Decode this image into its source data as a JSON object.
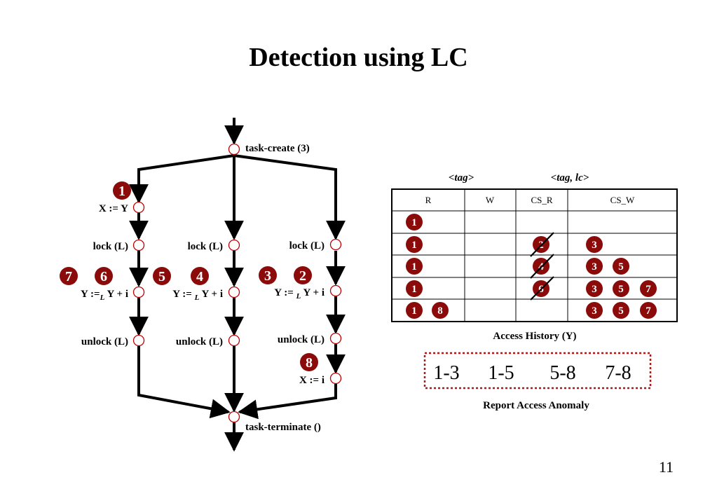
{
  "title": "Detection using LC",
  "page_number": "11",
  "colors": {
    "badge": "#8b0a0a",
    "anomaly_border": "#b01818",
    "node_stroke": "#c00000"
  },
  "flow": {
    "task_create": "task-create (3)",
    "task_terminate": "task-terminate ()",
    "left": {
      "x_assign": "X := Y",
      "lock": "lock (L)",
      "y_prefix": "Y :=",
      "y_sub": "L",
      "y_suffix": " Y + i",
      "unlock": "unlock (L)"
    },
    "middle": {
      "lock": "lock (L)",
      "y_prefix": "Y := ",
      "y_sub": "L",
      "y_suffix": " Y + i",
      "unlock": "unlock (L)"
    },
    "right": {
      "lock": "lock (L)",
      "y_prefix": "Y := ",
      "y_sub": "L",
      "y_suffix": " Y + i",
      "unlock": "unlock (L)",
      "x_assign": "X := i"
    },
    "step_badges": [
      "1",
      "7",
      "6",
      "5",
      "4",
      "3",
      "2",
      "8"
    ]
  },
  "table": {
    "header_tag": "<tag>",
    "header_tag_lc": "<tag, lc>",
    "columns": [
      "R",
      "W",
      "CS_R",
      "CS_W"
    ],
    "rows": [
      {
        "R": [
          "1"
        ],
        "CS_R": [],
        "CS_W": []
      },
      {
        "R": [
          "1"
        ],
        "CS_R": [
          "2"
        ],
        "CS_W": [
          "3"
        ]
      },
      {
        "R": [
          "1"
        ],
        "CS_R": [
          "4"
        ],
        "CS_W": [
          "3",
          "5"
        ]
      },
      {
        "R": [
          "1"
        ],
        "CS_R": [
          "6"
        ],
        "CS_W": [
          "3",
          "5",
          "7"
        ]
      },
      {
        "R": [
          "1",
          "8"
        ],
        "CS_R": [],
        "CS_W": [
          "3",
          "5",
          "7"
        ]
      }
    ],
    "caption": "Access History (Y)"
  },
  "anomalies": {
    "items": [
      "1-3",
      "1-5",
      "5-8",
      "7-8"
    ],
    "caption": "Report Access Anomaly"
  }
}
